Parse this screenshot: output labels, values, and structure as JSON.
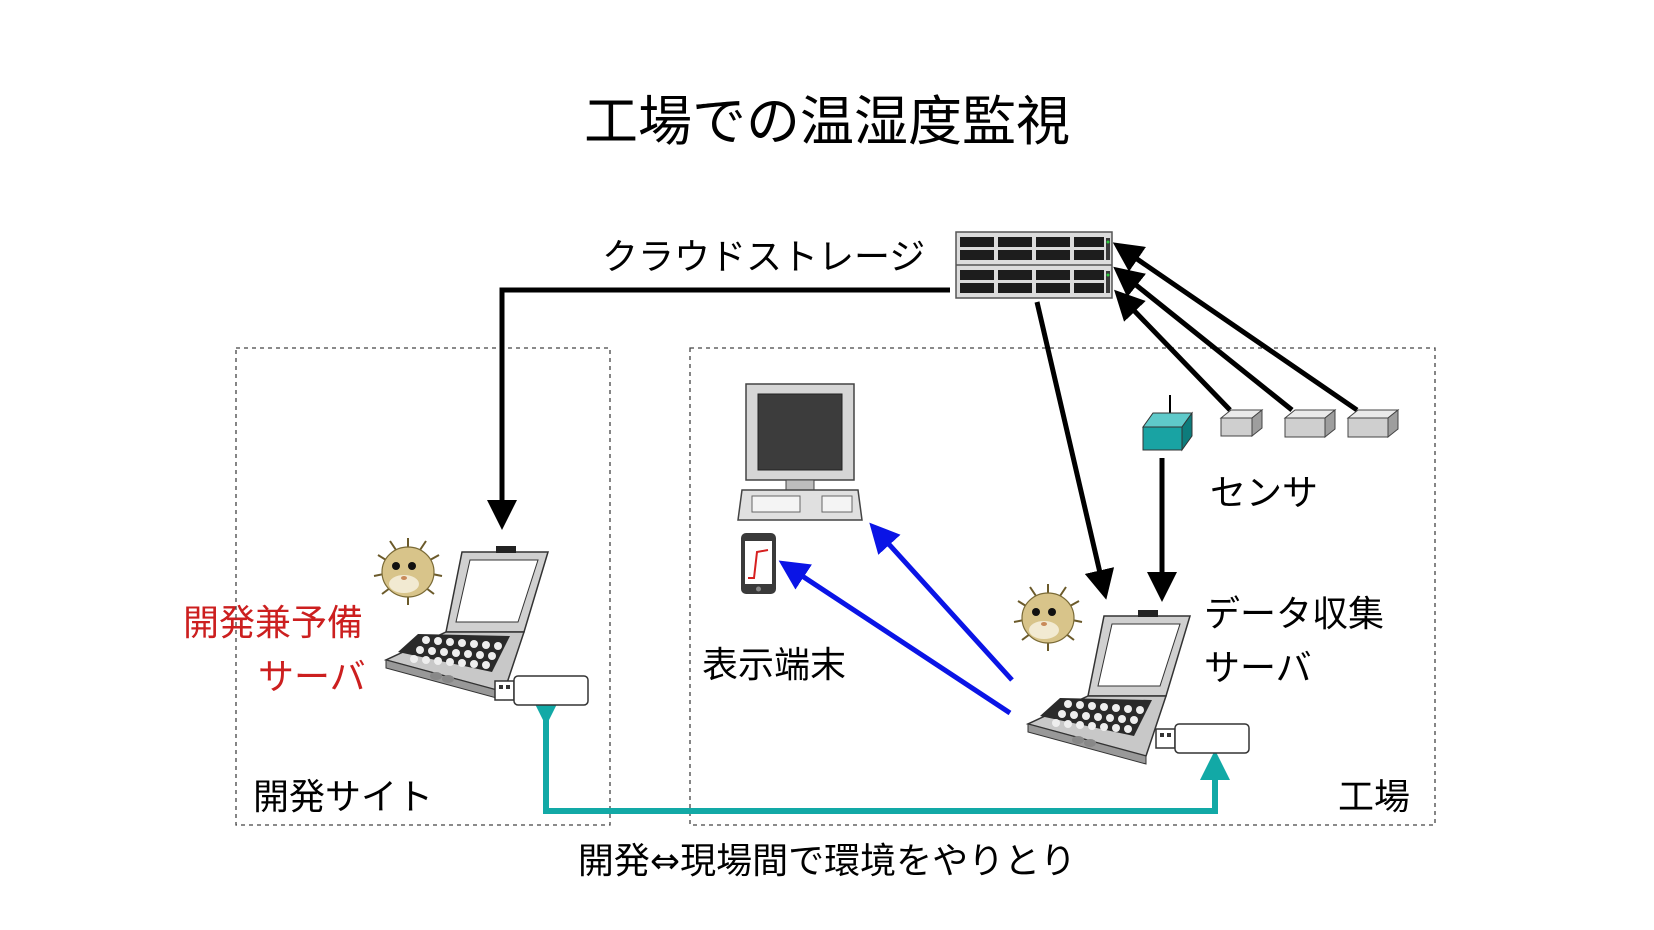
{
  "title": "工場での温湿度監視",
  "cloud_storage_label": "クラウドストレージ",
  "dev_server_label_line1": "開発兼予備",
  "dev_server_label_line2": "サーバ",
  "dev_site_label": "開発サイト",
  "display_terminal_label": "表示端末",
  "sensor_label": "センサ",
  "data_collection_label_line1": "データ収集",
  "data_collection_label_line2": "サーバ",
  "factory_label": "工場",
  "exchange_label": "開発⇔現場間で環境をやりとり",
  "colors": {
    "dev_server_text": "#cc1f1f",
    "display_arrows": "#0a14e6",
    "exchange_arrow": "#12a9a6",
    "data_arrows": "#000000",
    "gateway": "#19a3a3"
  }
}
